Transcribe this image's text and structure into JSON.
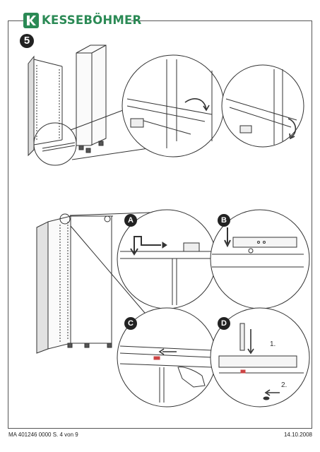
{
  "brand": {
    "name": "KESSEBÖHMER",
    "color": "#2b8a55"
  },
  "step": {
    "number": "5"
  },
  "details": [
    {
      "label": "A"
    },
    {
      "label": "B"
    },
    {
      "label": "C"
    },
    {
      "label": "D"
    }
  ],
  "detail_d_steps": [
    "1.",
    "2."
  ],
  "footer": {
    "document_ref": "MA 401246 0000 S. 4  von 9",
    "date": "14.10.2008"
  }
}
